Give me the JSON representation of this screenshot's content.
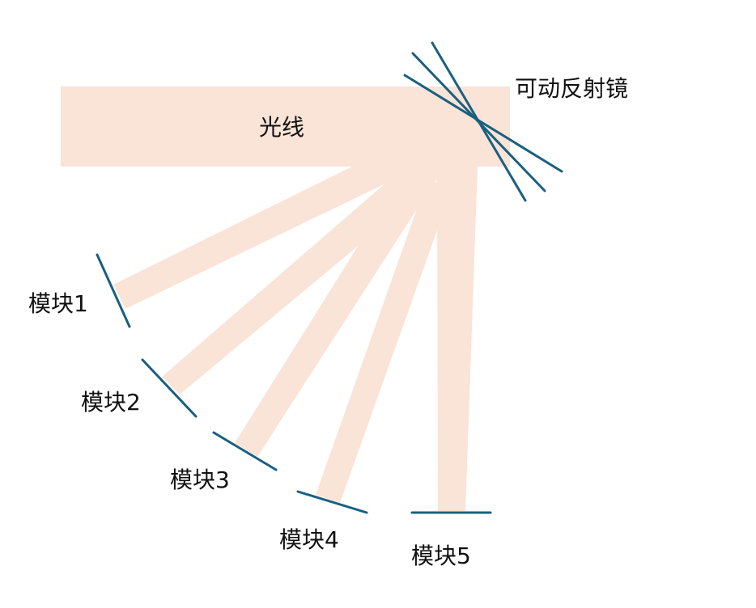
{
  "colors": {
    "beam": "#fae3d7",
    "mirror": "#1a5f80",
    "text": "#111111"
  },
  "labels": {
    "light": "光线",
    "mirror": "可动反射镜",
    "modules": [
      "模块1",
      "模块2",
      "模块3",
      "模块4",
      "模块5"
    ]
  }
}
